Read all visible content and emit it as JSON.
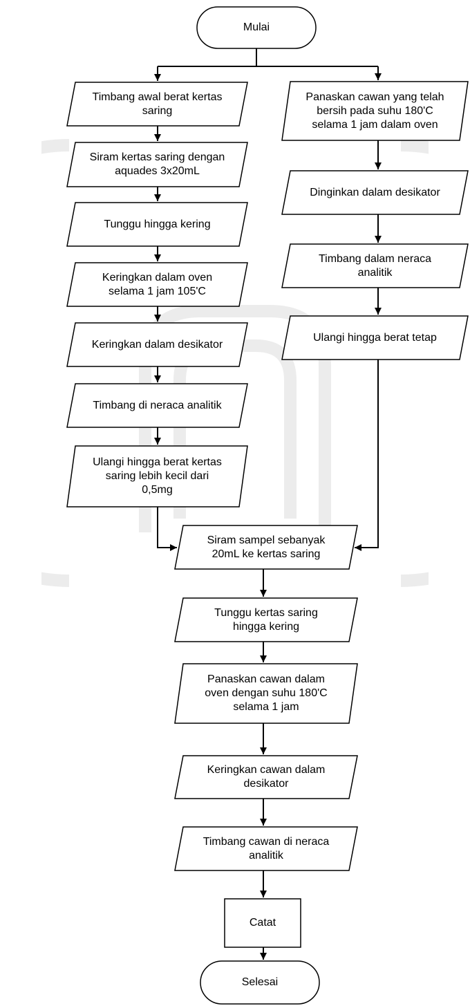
{
  "flowchart": {
    "start": "Mulai",
    "end": "Selesai",
    "left_column": [
      "Timbang awal berat kertas\nsaring",
      "Siram kertas saring dengan\naquades 3x20mL",
      "Tunggu hingga kering",
      "Keringkan dalam oven\nselama 1 jam 105'C",
      "Keringkan dalam desikator",
      "Timbang di neraca analitik",
      "Ulangi hingga berat kertas\nsaring lebih kecil dari\n0,5mg"
    ],
    "right_column": [
      "Panaskan cawan yang telah\nbersih pada suhu 180'C\nselama 1 jam dalam oven",
      "Dinginkan dalam desikator",
      "Timbang dalam neraca\nanalitik",
      "Ulangi hingga berat tetap"
    ],
    "center_column": [
      "Siram sampel sebanyak\n20mL ke kertas saring",
      "Tunggu kertas saring\nhingga kering",
      "Panaskan cawan dalam\noven dengan suhu 180'C\nselama 1 jam",
      "Keringkan cawan dalam\ndesikator",
      "Timbang cawan di neraca\nanalitik"
    ],
    "record": "Catat"
  },
  "colors": {
    "stroke": "#000000",
    "fill": "#ffffff",
    "watermark": "#e9e9e9"
  }
}
